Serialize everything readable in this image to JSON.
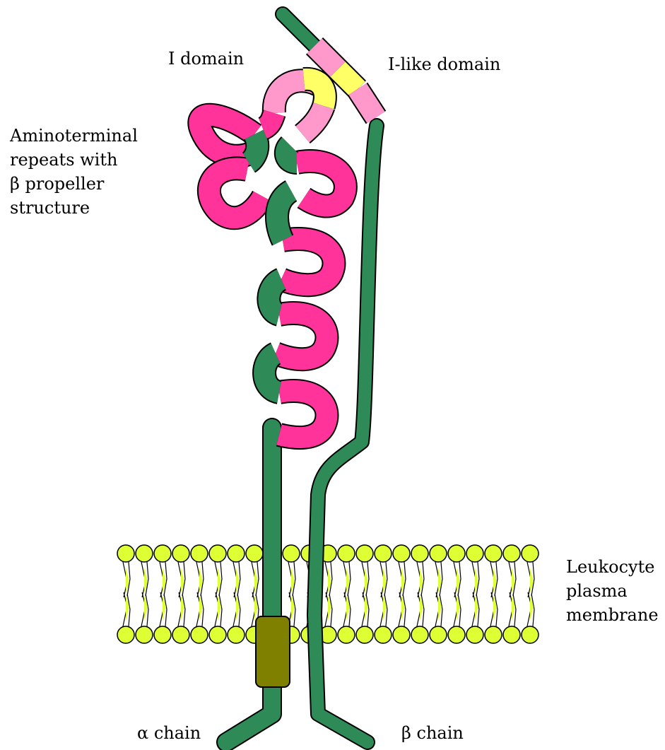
{
  "labels": {
    "i_domain": "I domain",
    "i_like_domain": "I-like domain",
    "aminoterminal": [
      "Aminoterminal",
      "repeats  with",
      "β propeller",
      "structure"
    ],
    "membrane": [
      "Leukocyte",
      "plasma",
      "membrane"
    ],
    "alpha_chain": "α chain",
    "beta_chain": "β chain"
  },
  "colors": {
    "chain_green": "#2e8b57",
    "repeat_magenta": "#ff3399",
    "light_pink": "#ff99cc",
    "yellow": "#ffff66",
    "lipid_head": "#ddff33",
    "transmembrane_box": "#808000",
    "outline": "#000000"
  }
}
